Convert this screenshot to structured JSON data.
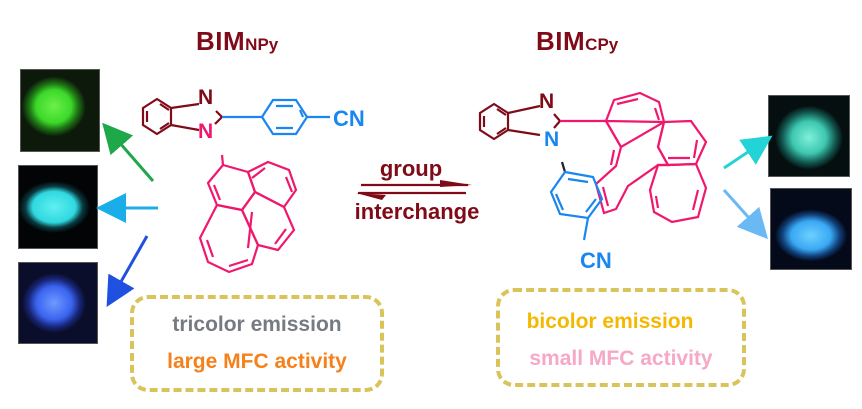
{
  "compounds": {
    "left": {
      "name_main": "BIM",
      "name_sub": "NPy",
      "substituent": "CN"
    },
    "right": {
      "name_main": "BIM",
      "name_sub": "CPy",
      "substituent": "CN"
    }
  },
  "atoms": {
    "n_top": "N",
    "n_bottom": "N"
  },
  "transition": {
    "top_label": "group",
    "bottom_label": "interchange"
  },
  "left_box": {
    "line1": "tricolor emission",
    "line2": "large MFC activity"
  },
  "right_box": {
    "line1": "bicolor emission",
    "line2": "small MFC activity"
  },
  "colors": {
    "benzimidazole": "#7f0b18",
    "cyanophenyl": "#1a86f0",
    "pyrene": "#f0186e",
    "title": "#7f0b18",
    "tricolor_text": "#767b82",
    "large_mfc_text": "#f6801a",
    "bicolor_text": "#f5b800",
    "small_mfc_text": "#f7a8c6",
    "box_border": "#d8c45a",
    "arrow_green": "#1fa84a",
    "arrow_cyan": "#1aaee8",
    "arrow_blue": "#2050e0",
    "arrow_teal": "#22d4d8",
    "arrow_lightblue": "#6ab8f4"
  },
  "photos": {
    "left": [
      "green-emission-powder",
      "cyan-emission-powder",
      "blue-emission-powder"
    ],
    "right": [
      "teal-emission-crystals",
      "blue-emission-powder"
    ]
  }
}
